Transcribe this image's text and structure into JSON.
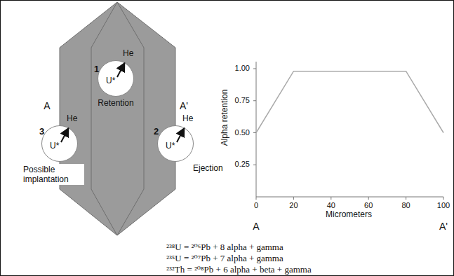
{
  "diagram": {
    "nodes": [
      {
        "text": [
          "U*",
          "He"
        ]
      },
      {
        "text": [
          "U*",
          "He"
        ]
      },
      {
        "text": [
          "U*",
          "He"
        ]
      }
    ],
    "labels": [
      "1",
      "Retention",
      "A",
      "A'",
      "3",
      "Possible implantation",
      "2",
      "Ejection",
      "1.00",
      "0.75",
      "0.50",
      "0.25",
      "Alpha retention",
      "0",
      "20",
      "40",
      "60",
      "80",
      "100",
      "Micrometers",
      "A",
      "A'",
      "²³⁸U = ²⁰⁶Pb + 8 alpha + gamma",
      "²³⁵U = ²⁰⁷Pb + 7 alpha + gamma",
      "²³²Th = ²⁰⁸Pb + 6 alpha + beta + gamma"
    ]
  }
}
